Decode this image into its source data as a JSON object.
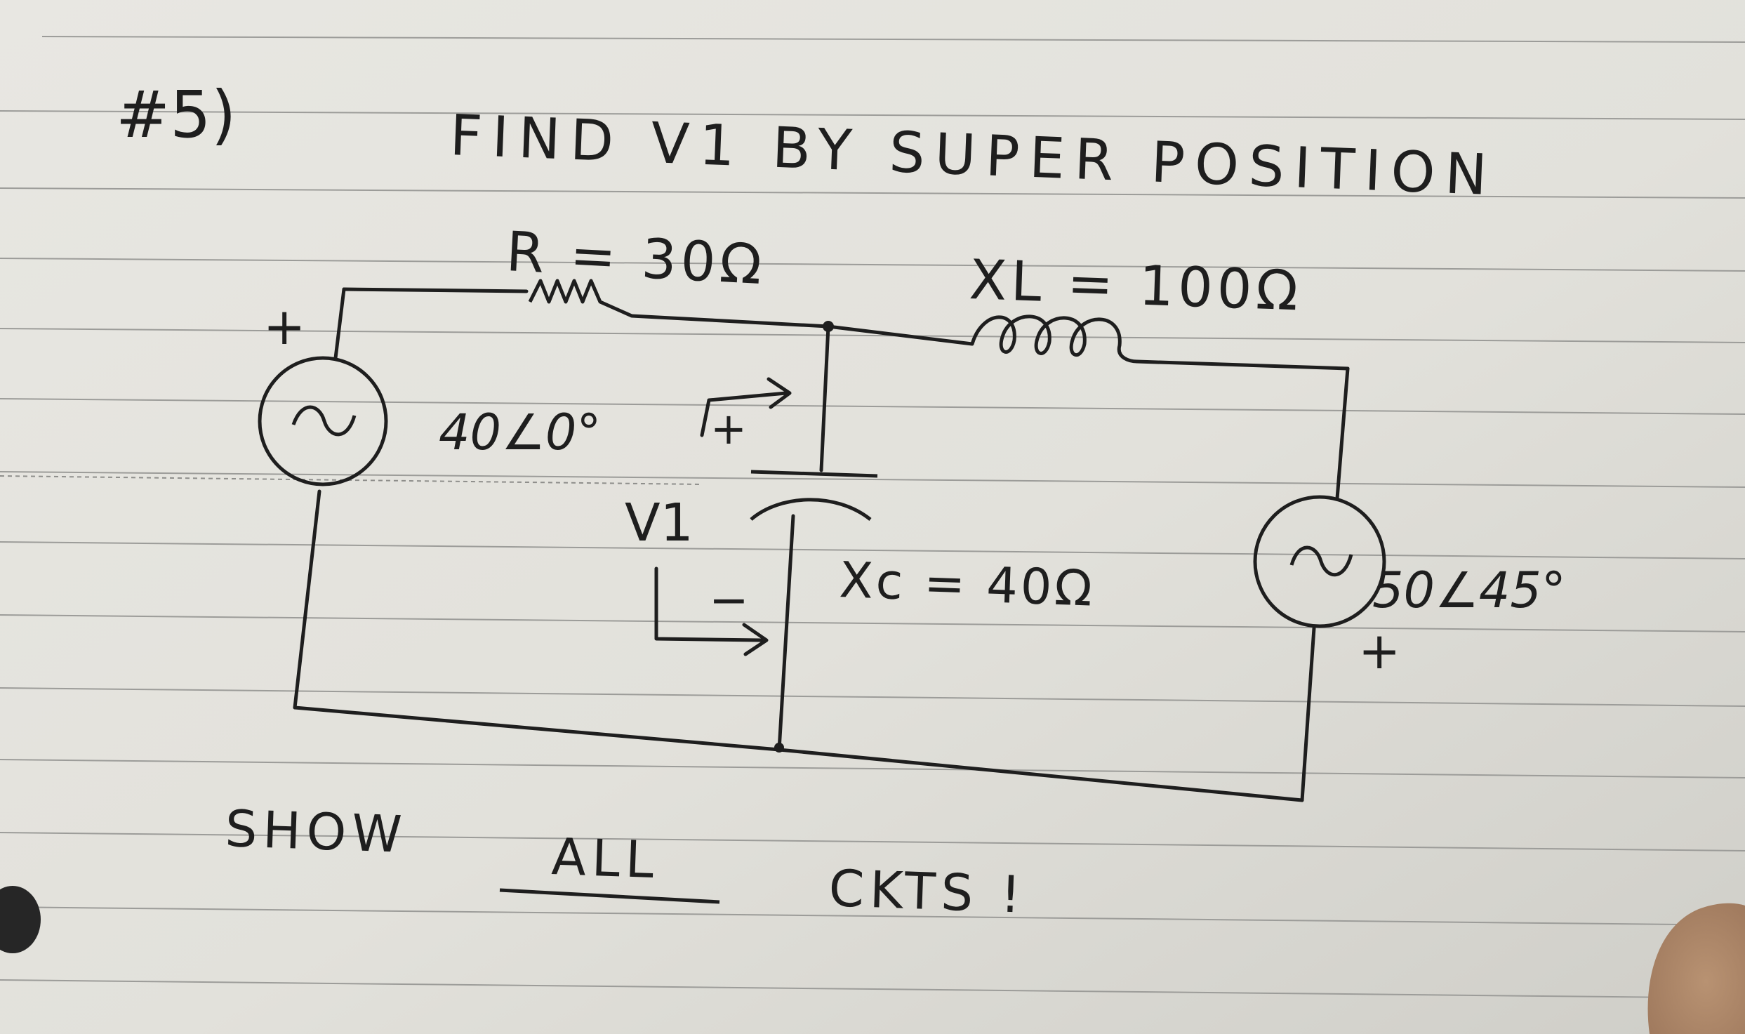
{
  "problem": {
    "number": "#5)",
    "instruction": "FIND V1 BY SUPER POSITION",
    "footer_show": "SHOW",
    "footer_all": "ALL",
    "footer_ckts": "CKTS !"
  },
  "circuit": {
    "resistor_label": "R = 30Ω",
    "inductor_label": "XL = 100Ω",
    "capacitor_label": "Xc = 40Ω",
    "source1": {
      "value": "40∠0°",
      "polarity": "+",
      "symbol": "~"
    },
    "source2": {
      "value": "50∠45°",
      "polarity": "+",
      "symbol": "~"
    },
    "voltage_label": "V1",
    "plus_sign": "+",
    "minus_sign": "−"
  },
  "colors": {
    "ink": "#1e1e1e",
    "paper": "#e6e5df",
    "rule_line": "#9a9a98",
    "thumb": "#c8a58a"
  }
}
